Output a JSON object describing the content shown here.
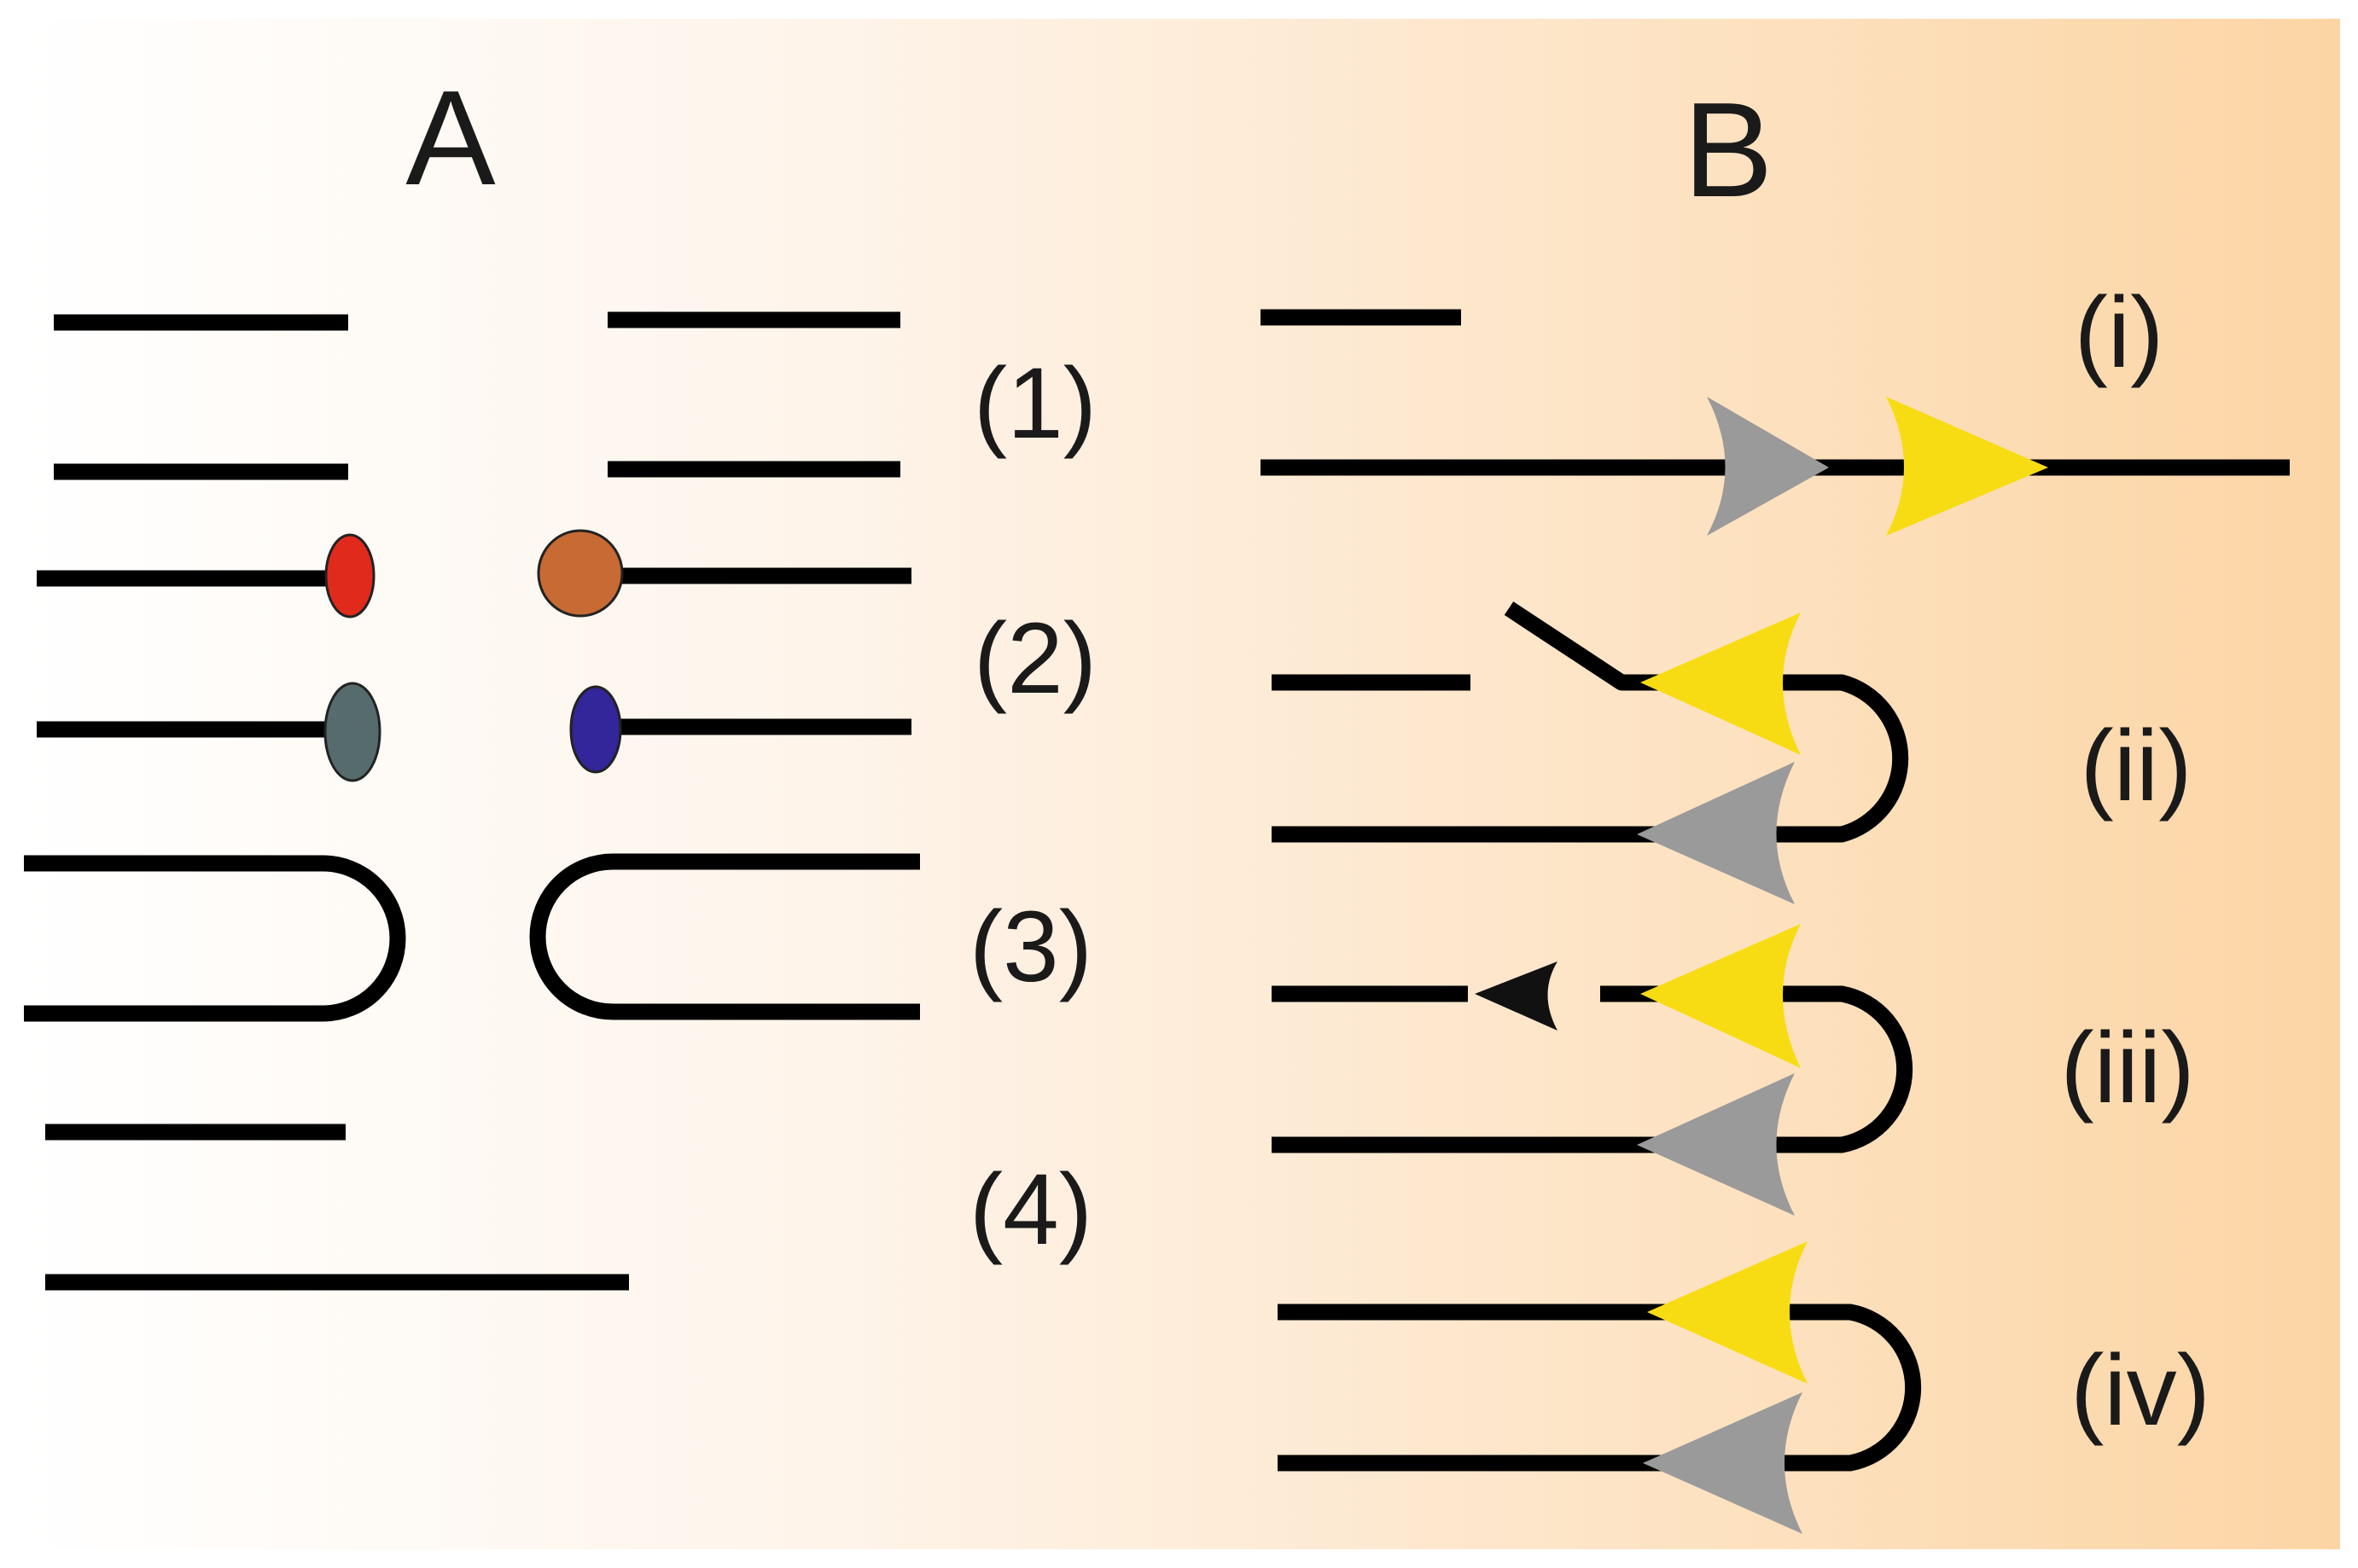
{
  "panels": {
    "a": {
      "label": "A"
    },
    "b": {
      "label": "B"
    }
  },
  "steps_a": [
    "(1)",
    "(2)",
    "(3)",
    "(4)"
  ],
  "steps_b": [
    "(i)",
    "(ii)",
    "(iii)",
    "(iv)"
  ],
  "colors": {
    "background_left": "#ffffff",
    "background_right": "#fcd5a4",
    "strand": "#000000",
    "end_red": "#e02a1c",
    "end_orange": "#c76a34",
    "end_slate": "#566c6c",
    "end_blue": "#33259a",
    "arrow_yellow": "#f7dc14",
    "arrow_gray": "#9a9a9a",
    "arrow_black": "#111111"
  }
}
